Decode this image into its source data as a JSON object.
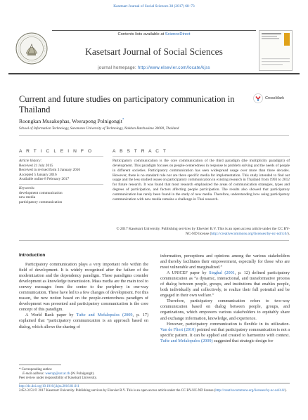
{
  "top_citation": "Kasetsart Journal of Social Sciences 38 (2017) 68–73",
  "header": {
    "contents_prefix": "Contents lists available at ",
    "contents_link": "ScienceDirect",
    "journal_name": "Kasetsart Journal of Social Sciences",
    "homepage_prefix": "journal homepage: ",
    "homepage_url": "http://www.elsevier.com/locate/kjss"
  },
  "crossmark_label": "CrossMark",
  "article": {
    "title": "Current and future studies on participatory communication in Thailand",
    "authors": "Roongkan Musakophas, Weerapong Polnigongit",
    "author_mark": "*",
    "affiliation": "School of Information Technology, Suranaree University of Technology, Nakhon Ratchasima 30000, Thailand"
  },
  "article_info": {
    "heading": "A R T I C L E   I N F O",
    "history_label": "Article history:",
    "history": [
      "Received 21 July 2015",
      "Received in revised form 3 January 2016",
      "Accepted 5 January 2016",
      "Available online 8 February 2017"
    ],
    "keywords_label": "Keywords:",
    "keywords": [
      "development communication",
      "new media",
      "participatory communication"
    ]
  },
  "abstract": {
    "heading": "A B S T R A C T",
    "text": "Participatory communication is the core communication of the third paradigm (the multiplicity paradigm) of development. This paradigm focuses on people-centeredness in response to problem solving and the needs of people in different societies. Participatory communication has seen widespread usage over more than three decades. However, there is no standard rule nor are there specific media for implementation. This study intended to find out usage and the less studied issues on participatory communication in existing research in Thailand from 1993 to 2012 for future research. It was found that most research emphasized the areas of communication strategies, types and degrees of participation, and factors affecting people participation. The results also showed that participatory communication has rarely been found in the study of new media. Therefore, understanding how using participatory communication with new media remains a challenge in Thai research.",
    "copyright_text": "© 2017 Kasetsart University. Publishing services by Elsevier B.V. This is an open access article under the CC BY-NC-ND license (",
    "copyright_link": "http://creativecommons.org/licenses/by-nc-nd/4.0/",
    "copyright_end": ")."
  },
  "body": {
    "intro_heading": "Introduction",
    "left_p1": "Participatory communication plays a very important role within the field of development. It is widely recognized after the failure of the modernization and the dependency paradigm. These paradigms consider development as knowledge transmission. Mass media are the main tool to convey messages from the center to the periphery in one-way communication. These have led to a few changes of development. For this reason, the new notion based on the people-centeredness paradigm of development was presented and participatory communication is the core concept of this paradigm.",
    "left_p2_start": "A World Bank paper by ",
    "left_p2_cite": "Tufte and Mefalopulos (2009",
    "left_p2_rest": ", p. 17) explained that “participatory communication is an approach based on dialog, which allows the sharing of",
    "right_p0": "information, perceptions and opinions among the various stakeholders and thereby facilitates their empowerment, especially for those who are most vulnerable and marginalized.”",
    "right_p1_start": "A UNICEF paper by ",
    "right_p1_cite": "Singhal (2001",
    "right_p1_rest": ", p. 12) defined participatory communication as “a dynamic, interactional, and transformative process of dialog between people, groups, and institutions that enables people, both individually and collectively, to realize their full potential and be engaged in their own welfare.”",
    "right_p2": "Therefore, participatory communication refers to two-way communication based on dialog between people, groups, and organizations, which empowers various stakeholders to equitably share and exchange information, knowledge, and experience.",
    "right_p3_start": "However, participatory communication is flexible in its utilization. ",
    "right_p3_cite1": "Van de Fliert (2010)",
    "right_p3_mid": " pointed out that participatory communication is not a specific pattern. It can be applied and created to harmonize with context. ",
    "right_p3_cite2": "Tufte and Mefalopulos (2009)",
    "right_p3_end": " suggested that strategic design for"
  },
  "footnote": {
    "mark_line": "* Corresponding author.",
    "email_label": "E-mail address: ",
    "email": "weerap@sut.ac.th",
    "email_name": " (W. Polnigongit).",
    "peer_review": "Peer review under responsibility of Kasetsart University."
  },
  "bottom": {
    "doi": "http://dx.doi.org/10.1016/j.kjss.2016.01.011",
    "issn_text": "2452-3151/© 2017 Kasetsart University. Publishing services by Elsevier B.V. This is an open access article under the CC BY-NC-ND license (",
    "license_link": "http://creativecommons.org/licenses/by-nc-nd/4.0/",
    "license_end": ")."
  },
  "colors": {
    "link": "#2a6ebb",
    "cover_accent": "#e0a21a"
  }
}
